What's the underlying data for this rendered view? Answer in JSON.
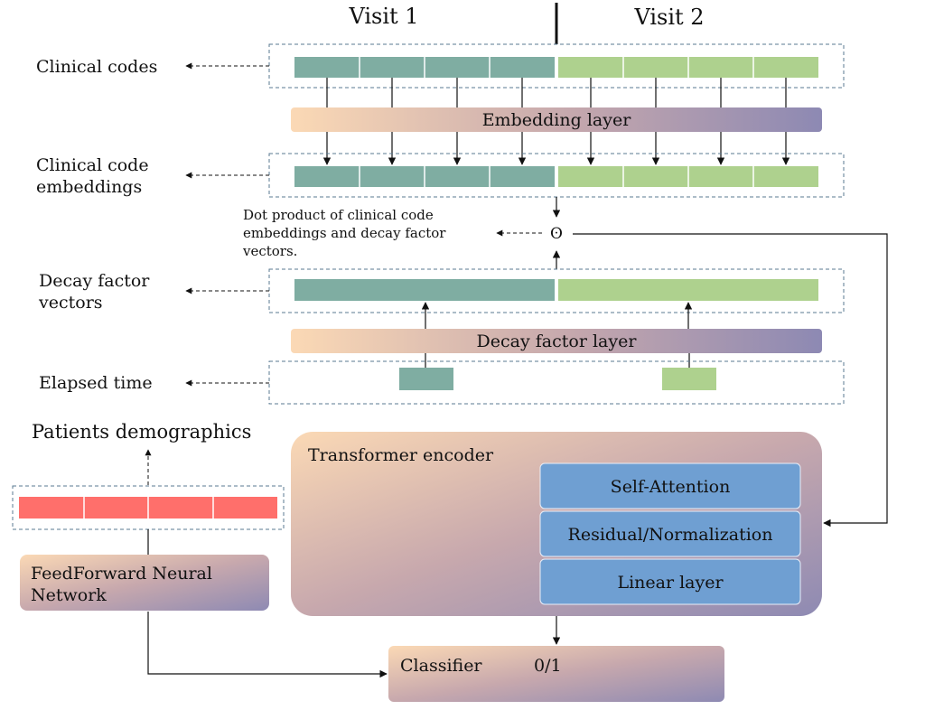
{
  "visits": {
    "visit1": "Visit 1",
    "visit2": "Visit 2"
  },
  "side_labels": {
    "clinical_codes": "Clinical codes",
    "code_embeddings_line1": "Clinical code",
    "code_embeddings_line2": "embeddings",
    "decay_vectors_line1": "Decay factor",
    "decay_vectors_line2": "vectors",
    "elapsed_time": "Elapsed time",
    "demographics": "Patients  demographics"
  },
  "layers": {
    "embedding": "Embedding layer",
    "decay_factor": "Decay factor layer"
  },
  "dot_product": {
    "symbol": "ʘ",
    "note_line1": "Dot product of clinical code",
    "note_line2": "embeddings and decay factor",
    "note_line3": "vectors."
  },
  "transformer": {
    "title": "Transformer encoder",
    "blocks": [
      "Self-Attention",
      "Residual/Normalization",
      "Linear layer"
    ]
  },
  "ffnn": {
    "line1": "FeedForward Neural",
    "line2": "Network"
  },
  "classifier": {
    "label": "Classifier",
    "output": "0/1"
  },
  "colors": {
    "visit1": "#7fada2",
    "visit2": "#aed18e",
    "demographics": "#ff6f6b",
    "block_fill": "#6f9fd2",
    "gradient_start": "#fad8b6",
    "gradient_end": "#8f8ab0"
  }
}
